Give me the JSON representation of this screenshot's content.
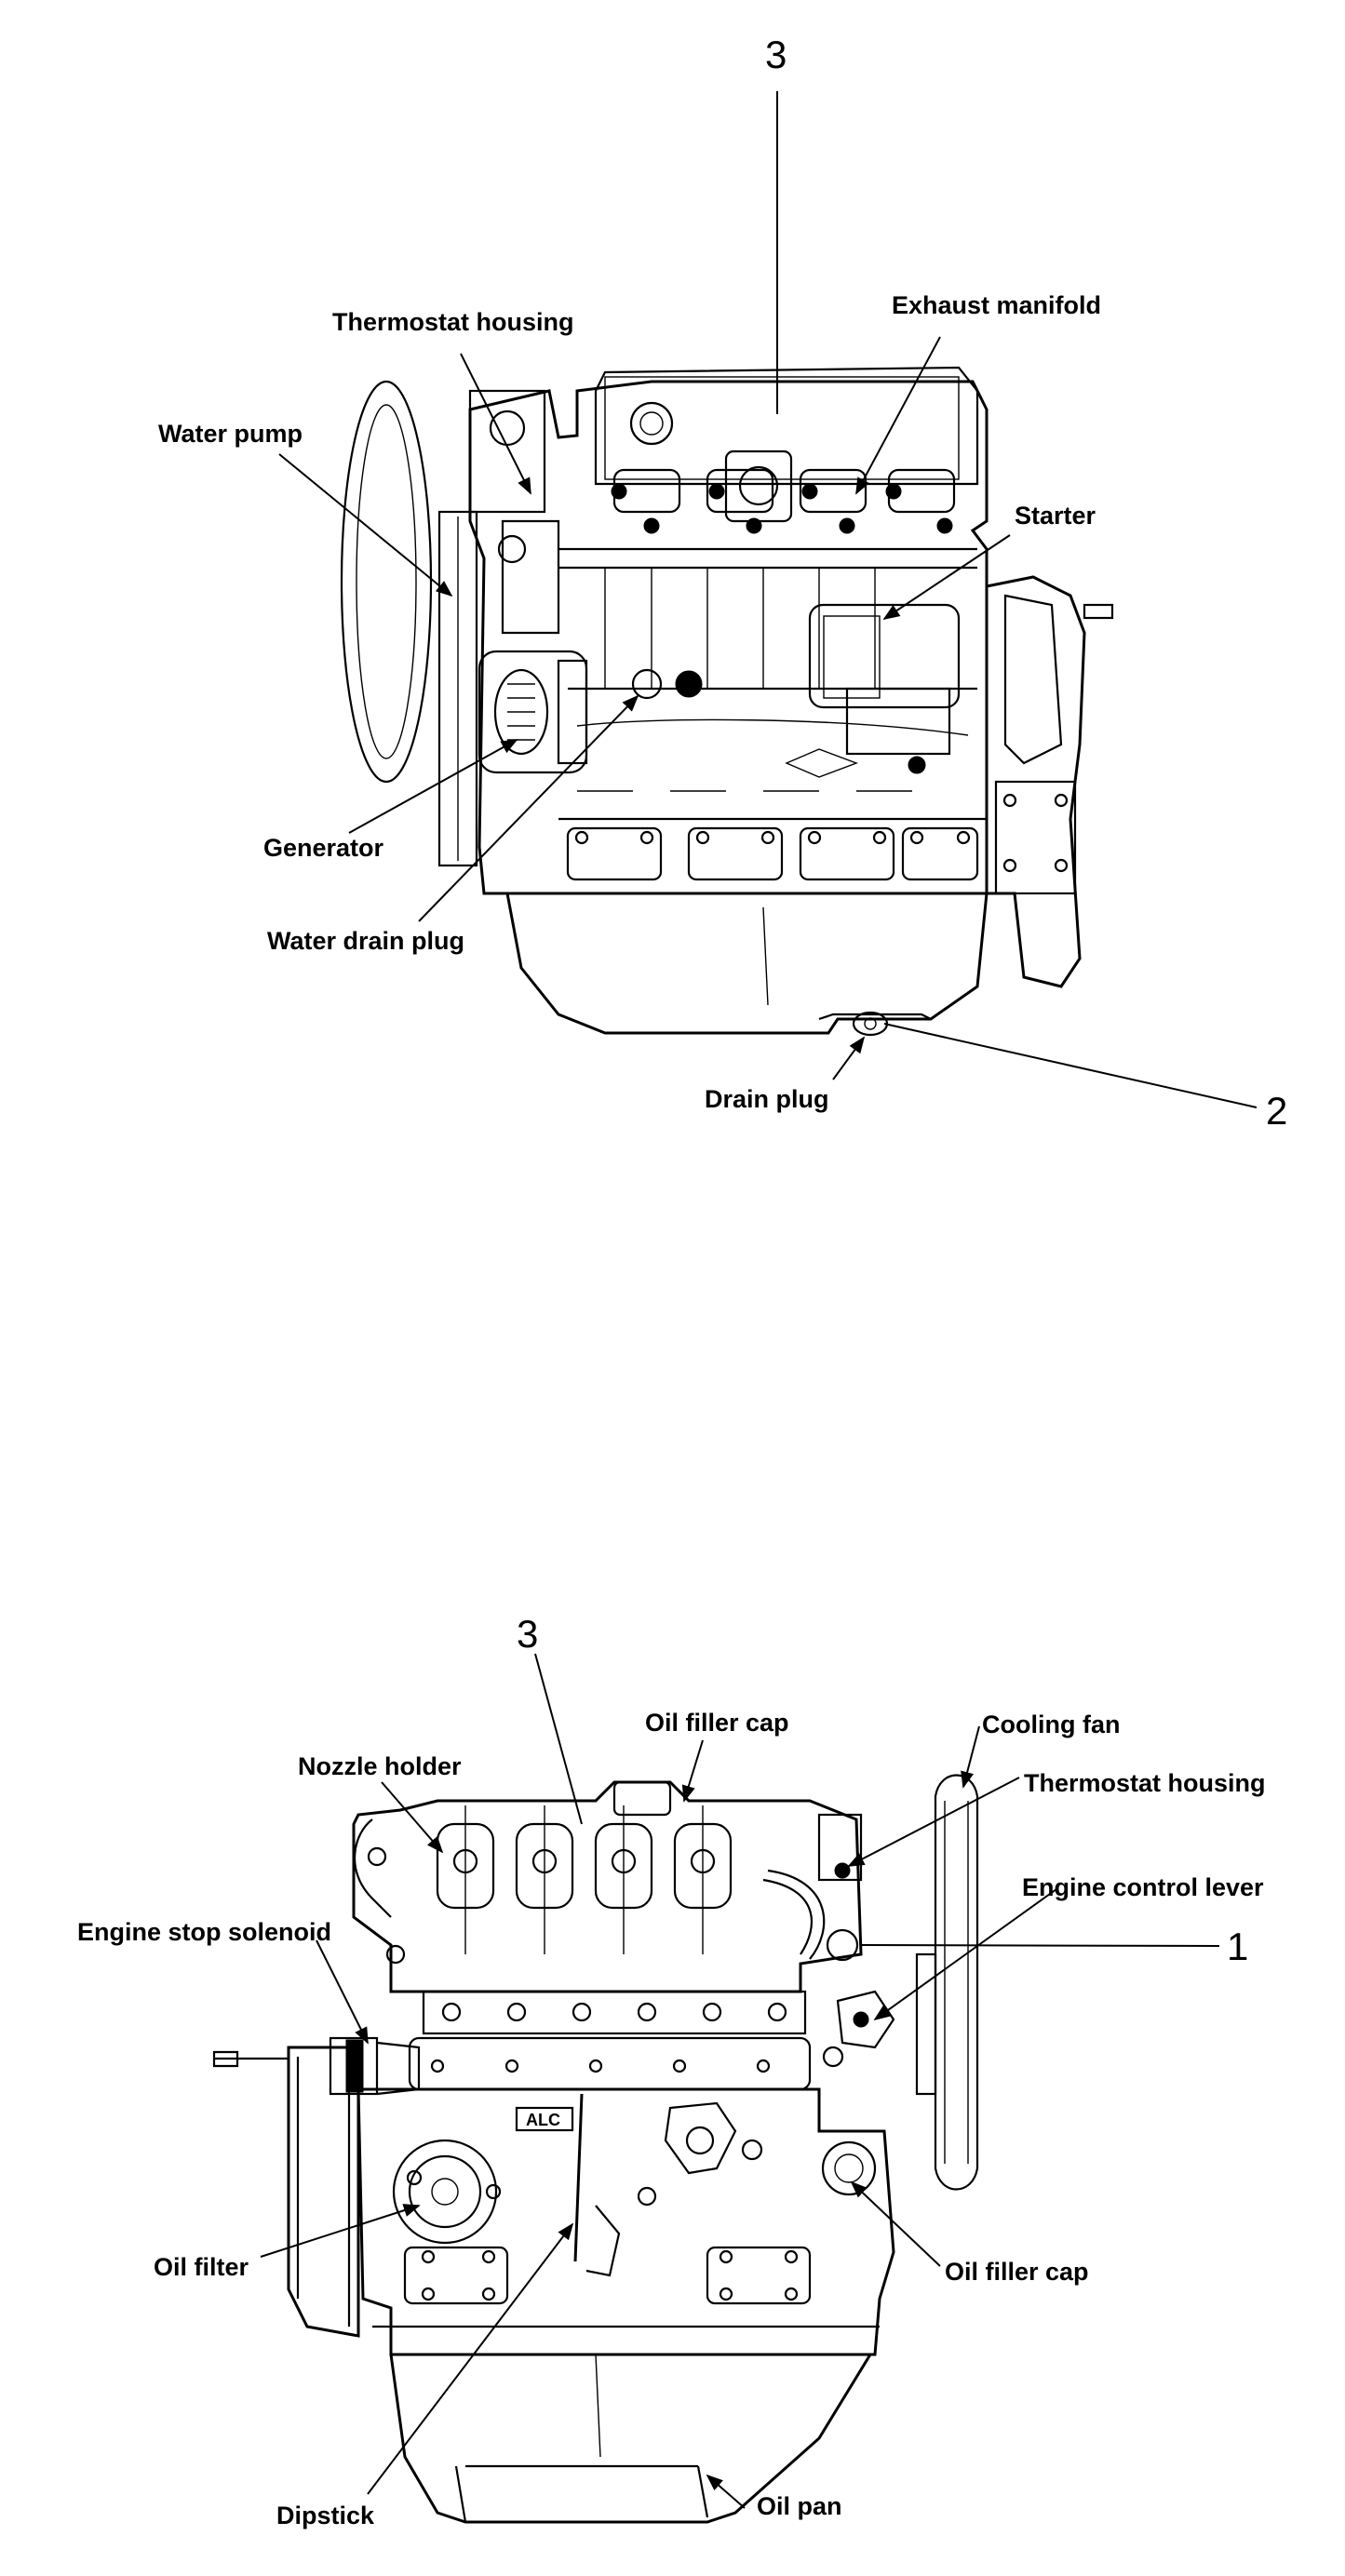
{
  "top_view": {
    "callouts": {
      "c3": "3",
      "c2": "2"
    },
    "labels": {
      "thermostat_housing": "Thermostat housing",
      "exhaust_manifold": "Exhaust manifold",
      "water_pump": "Water pump",
      "starter": "Starter",
      "generator": "Generator",
      "water_drain_plug": "Water drain plug",
      "drain_plug": "Drain plug"
    }
  },
  "bottom_view": {
    "callouts": {
      "c3": "3",
      "c1": "1"
    },
    "labels": {
      "oil_filler_cap_top": "Oil filler cap",
      "cooling_fan": "Cooling fan",
      "nozzle_holder": "Nozzle holder",
      "thermostat_housing": "Thermostat housing",
      "engine_control_lever": "Engine control lever",
      "engine_stop_solenoid": "Engine stop solenoid",
      "oil_filter": "Oil filter",
      "oil_filler_cap_side": "Oil filler cap",
      "dipstick": "Dipstick",
      "oil_pan": "Oil pan"
    },
    "plate_text": "ALC"
  }
}
